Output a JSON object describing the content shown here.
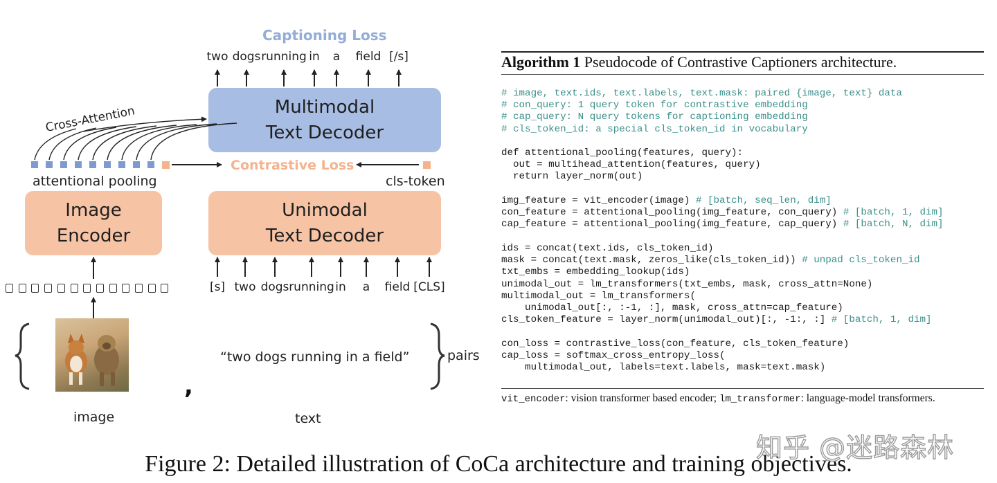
{
  "diagram": {
    "captioning_loss": "Captioning Loss",
    "output_tokens": [
      "two",
      "dogs",
      "running",
      "in",
      "a",
      "field",
      "[/s]"
    ],
    "multimodal_decoder": "Multimodal\nText Decoder",
    "cross_attention": "Cross-Attention",
    "contrastive_loss": "Contrastive Loss",
    "attentional_pooling": "attentional pooling",
    "cls_token_label": "cls-token",
    "image_encoder": "Image\nEncoder",
    "unimodal_decoder": "Unimodal\nText Decoder",
    "input_tokens": [
      "[s]",
      "two",
      "dogs",
      "running",
      "in",
      "a",
      "field",
      "[CLS]"
    ],
    "text_sample": "“two dogs running in a field”",
    "pairs_label": "pairs",
    "image_label": "image",
    "text_label": "text",
    "comma": ",",
    "colors": {
      "multimodal_box": "#a7bde3",
      "encoder_box": "#f6c3a4",
      "captioning_loss_text": "#93acd8",
      "contrastive_loss_text": "#f5b38d",
      "pooling_token": "#7d9bd0"
    }
  },
  "algorithm": {
    "title_bold": "Algorithm 1",
    "title_rest": " Pseudocode of Contrastive Captioners architecture.",
    "blocks": [
      [
        [
          {
            "t": "# image, text.ids, text.labels, text.mask: paired {image, text} data",
            "c": true
          }
        ],
        [
          {
            "t": "# con_query: 1 query token for contrastive embedding",
            "c": true
          }
        ],
        [
          {
            "t": "# cap_query: N query tokens for captioning embedding",
            "c": true
          }
        ],
        [
          {
            "t": "# cls_token_id: a special cls_token_id in vocabulary",
            "c": true
          }
        ]
      ],
      [
        [
          {
            "t": "def attentional_pooling(features, query):"
          }
        ],
        [
          {
            "t": "  out = multihead_attention(features, query)"
          }
        ],
        [
          {
            "t": "  return layer_norm(out)"
          }
        ]
      ],
      [
        [
          {
            "t": "img_feature = vit_encoder(image) "
          },
          {
            "t": "# [batch, seq_len, dim]",
            "c": true
          }
        ],
        [
          {
            "t": "con_feature = attentional_pooling(img_feature, con_query) "
          },
          {
            "t": "# [batch, 1, dim]",
            "c": true
          }
        ],
        [
          {
            "t": "cap_feature = attentional_pooling(img_feature, cap_query) "
          },
          {
            "t": "# [batch, N, dim]",
            "c": true
          }
        ]
      ],
      [
        [
          {
            "t": "ids = concat(text.ids, cls_token_id)"
          }
        ],
        [
          {
            "t": "mask = concat(text.mask, zeros_like(cls_token_id)) "
          },
          {
            "t": "# unpad cls_token_id",
            "c": true
          }
        ],
        [
          {
            "t": "txt_embs = embedding_lookup(ids)"
          }
        ],
        [
          {
            "t": "unimodal_out = lm_transformers(txt_embs, mask, cross_attn=None)"
          }
        ],
        [
          {
            "t": "multimodal_out = lm_transformers("
          }
        ],
        [
          {
            "t": "    unimodal_out[:, :-1, :], mask, cross_attn=cap_feature)"
          }
        ],
        [
          {
            "t": "cls_token_feature = layer_norm(unimodal_out)[:, -1:, :] "
          },
          {
            "t": "# [batch, 1, dim]",
            "c": true
          }
        ]
      ],
      [
        [
          {
            "t": "con_loss = contrastive_loss(con_feature, cls_token_feature)"
          }
        ],
        [
          {
            "t": "cap_loss = softmax_cross_entropy_loss("
          }
        ],
        [
          {
            "t": "    multimodal_out, labels=text.labels, mask=text.mask)"
          }
        ]
      ]
    ],
    "footnote_parts": [
      {
        "t": "vit_encoder",
        "mono": true
      },
      {
        "t": ": vision transformer based encoder; "
      },
      {
        "t": "lm_transformer",
        "mono": true
      },
      {
        "t": ": language-model transformers."
      }
    ]
  },
  "caption": "Figure 2: Detailed illustration of CoCa architecture and training objectives.",
  "watermark": "知乎 @迷路森林"
}
